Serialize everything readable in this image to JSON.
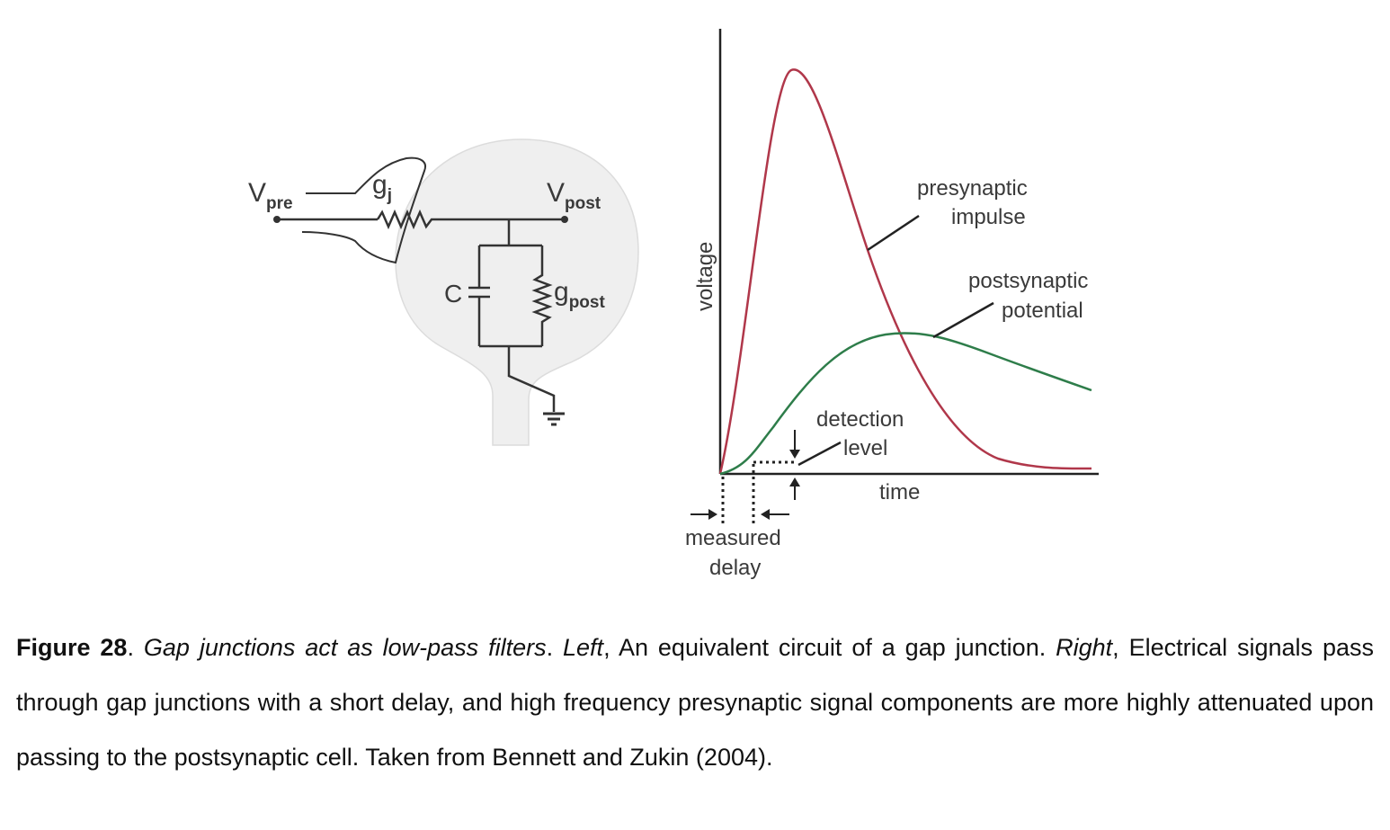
{
  "circuit": {
    "v_pre": "V",
    "v_pre_sub": "pre",
    "g_j": "g",
    "g_j_sub": "j",
    "v_post": "V",
    "v_post_sub": "post",
    "c_label": "C",
    "g_post": "g",
    "g_post_sub": "post"
  },
  "plot": {
    "ylabel": "voltage",
    "xlabel": "time",
    "pre_label_1": "presynaptic",
    "pre_label_2": "impulse",
    "post_label_1": "postsynaptic",
    "post_label_2": "potential",
    "det_label_1": "detection",
    "det_label_2": "level",
    "delay_label_1": "measured",
    "delay_label_2": "delay",
    "pre_color": "#b0374a",
    "post_color": "#2e7d4a"
  },
  "caption": {
    "fig_num": "Figure 28",
    "sep1": ". ",
    "title": "Gap junctions act as low-pass filters",
    "sep2": ". ",
    "left_label": "Left",
    "left_text": ", An equivalent circuit of a gap junction. ",
    "right_label": "Right",
    "right_text": ", Electrical signals pass through gap junctions with a short delay, and high frequency presynaptic signal components are more highly attenuated upon passing to the postsynaptic cell. Taken from Bennett and Zukin (2004)."
  }
}
